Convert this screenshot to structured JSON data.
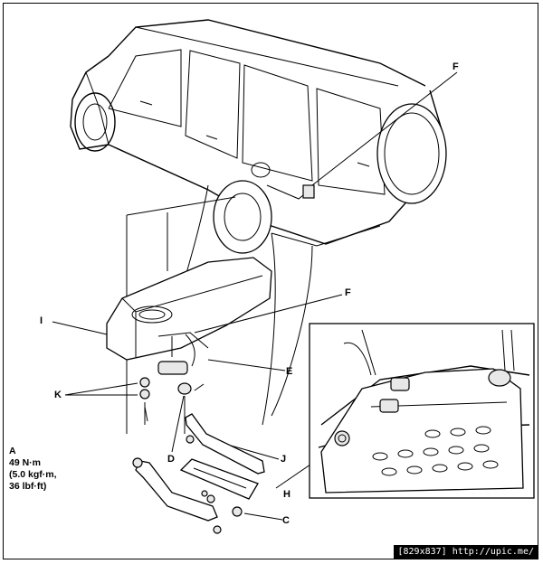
{
  "callouts": {
    "a": "A",
    "c": "C",
    "d": "D",
    "e": "E",
    "f_top": "F",
    "f_mid": "F",
    "h": "H",
    "i": "I",
    "j": "J",
    "k": "K"
  },
  "torque_spec": {
    "line1": "49 N·m",
    "line2": "(5.0 kgf·m,",
    "line3": "36 lbf·ft)"
  },
  "watermark": "[829x837] http://upic.me/"
}
